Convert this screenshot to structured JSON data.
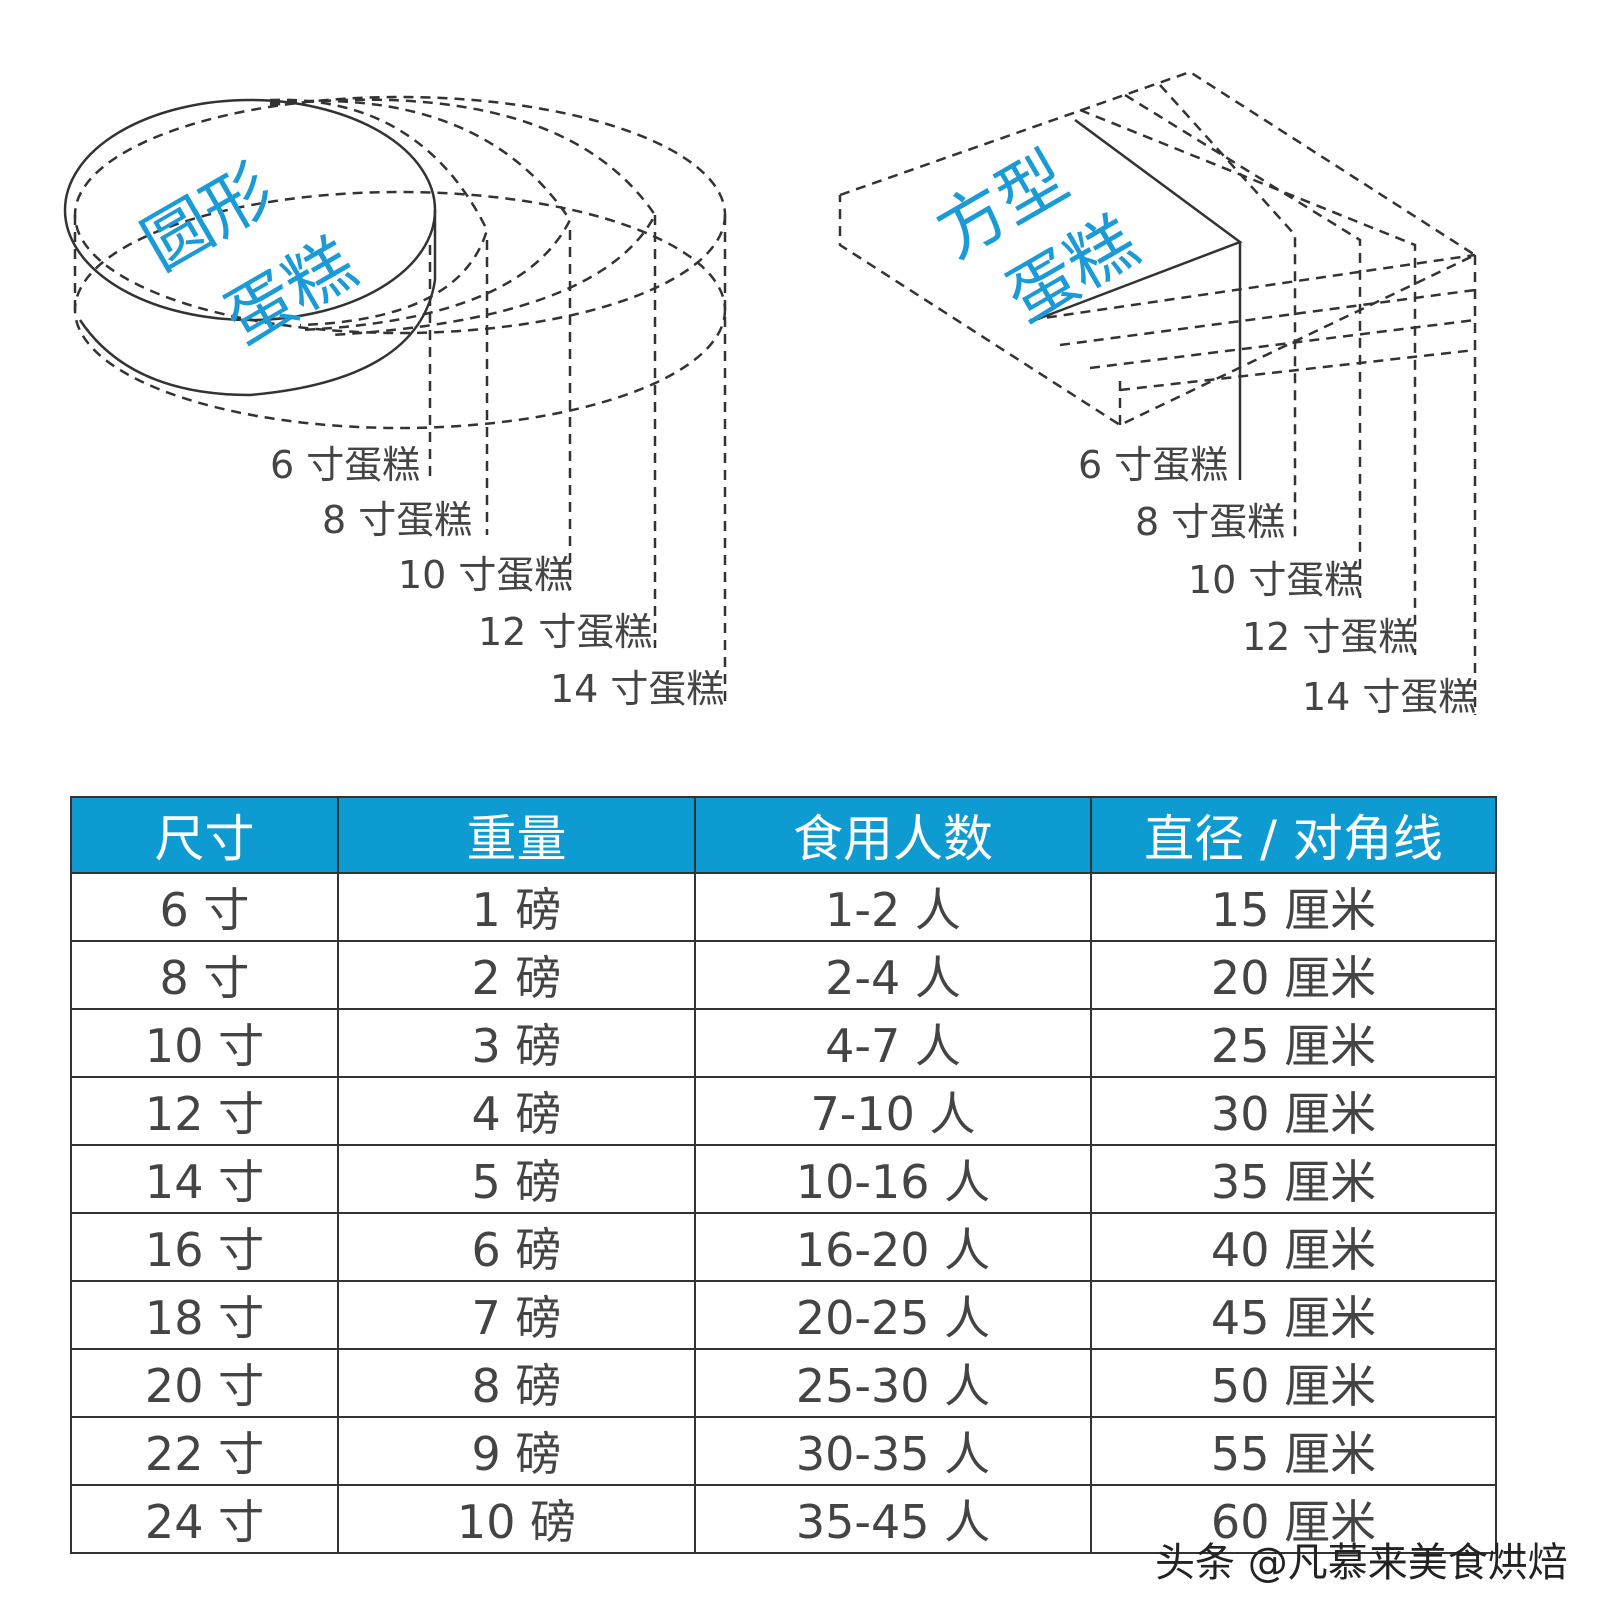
{
  "round_cake": {
    "title_line1": "圆形",
    "title_line2": "蛋糕",
    "labels": [
      "6 寸蛋糕",
      "8 寸蛋糕",
      "10 寸蛋糕",
      "12 寸蛋糕",
      "14 寸蛋糕"
    ]
  },
  "square_cake": {
    "title_line1": "方型",
    "title_line2": "蛋糕",
    "labels": [
      "6 寸蛋糕",
      "8 寸蛋糕",
      "10 寸蛋糕",
      "12 寸蛋糕",
      "14 寸蛋糕"
    ]
  },
  "table": {
    "header_color": "#0e9bd2",
    "columns": [
      "尺寸",
      "重量",
      "食用人数",
      "直径 / 对角线"
    ],
    "rows": [
      [
        "6 寸",
        "1 磅",
        "1-2 人",
        "15 厘米"
      ],
      [
        "8 寸",
        "2 磅",
        "2-4 人",
        "20 厘米"
      ],
      [
        "10 寸",
        "3 磅",
        "4-7 人",
        "25 厘米"
      ],
      [
        "12 寸",
        "4 磅",
        "7-10 人",
        "30 厘米"
      ],
      [
        "14 寸",
        "5 磅",
        "10-16 人",
        "35 厘米"
      ],
      [
        "16 寸",
        "6 磅",
        "16-20 人",
        "40 厘米"
      ],
      [
        "18 寸",
        "7 磅",
        "20-25 人",
        "45 厘米"
      ],
      [
        "20 寸",
        "8 磅",
        "25-30 人",
        "50 厘米"
      ],
      [
        "22 寸",
        "9 磅",
        "30-35 人",
        "55 厘米"
      ],
      [
        "24 寸",
        "10 磅",
        "35-45 人",
        "60 厘米"
      ]
    ]
  },
  "watermark": "头条 @凡慕来美食烘焙"
}
